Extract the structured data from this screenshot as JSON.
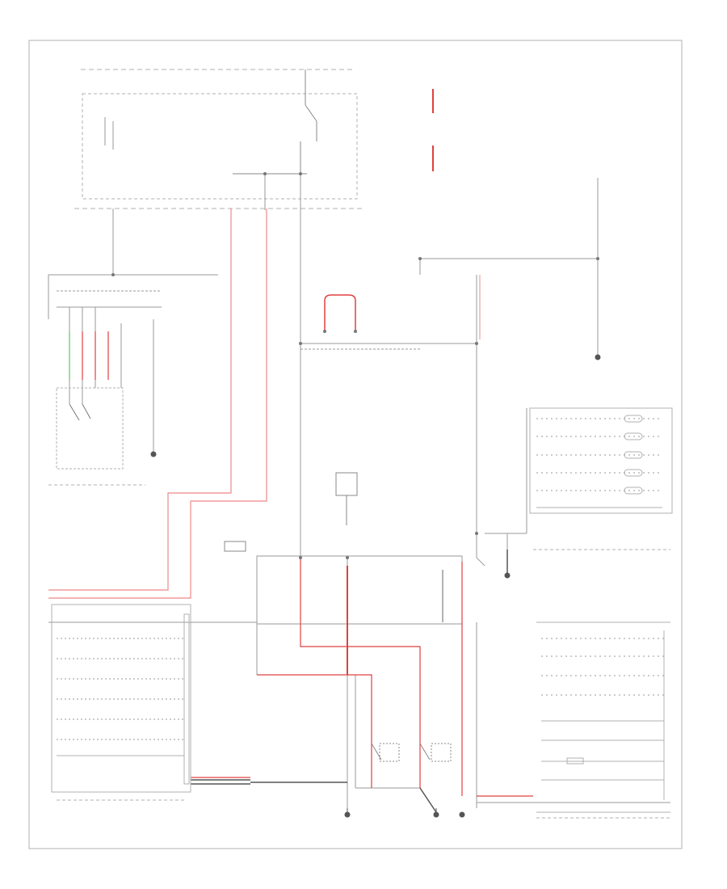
{
  "colors": {
    "wire": "#9a9a9a",
    "wire_dark": "#555555",
    "wire_red": "#e04040",
    "wire_pink": "#f0a0a0",
    "wire_green": "#7fd07f",
    "border": "#b0b0b0",
    "background": "#ffffff"
  },
  "footer": {
    "code": ""
  },
  "components": [
    {
      "id": "bcm-box"
    },
    {
      "id": "driver-door-switch"
    },
    {
      "id": "lf-door-module"
    },
    {
      "id": "lr-door-module"
    },
    {
      "id": "fuse-block"
    },
    {
      "id": "rf-door-module"
    },
    {
      "id": "rr-door-module"
    },
    {
      "id": "lf-door-lock-motor"
    },
    {
      "id": "rf-door-lock-motor"
    },
    {
      "id": "inline-connector"
    }
  ],
  "grounds": [
    {
      "id": "ground-g1"
    },
    {
      "id": "ground-g2"
    },
    {
      "id": "ground-g3"
    },
    {
      "id": "ground-g4"
    },
    {
      "id": "ground-g5"
    },
    {
      "id": "ground-g6"
    }
  ]
}
